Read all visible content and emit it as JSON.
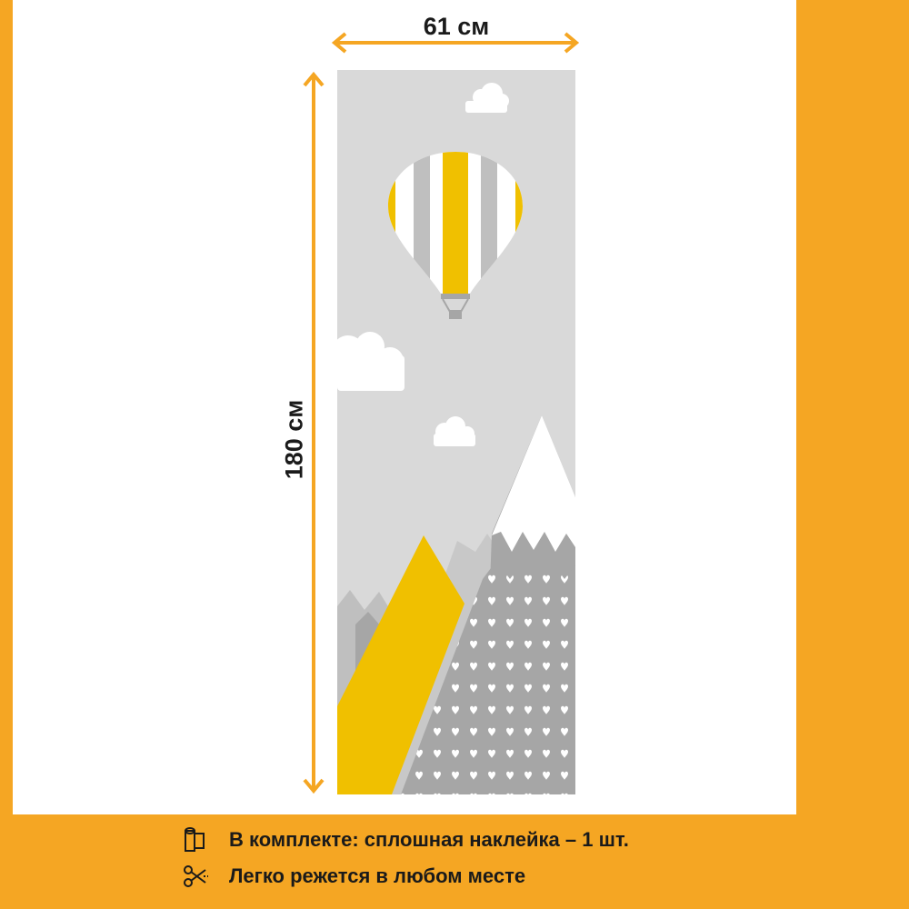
{
  "dimensions": {
    "width_label": "61 см",
    "height_label": "180 см"
  },
  "colors": {
    "accent_orange": "#F5A623",
    "sticker_gray": "#D9D9D9",
    "mountain_gray": "#A6A6A6",
    "mountain_yellow": "#F0C000"
  },
  "info": {
    "line1": "В комплекте: сплошная наклейка – 1 шт.",
    "line1_icon": "roll-icon",
    "line2": "Легко режется в любом месте",
    "line2_icon": "scissors-icon"
  }
}
